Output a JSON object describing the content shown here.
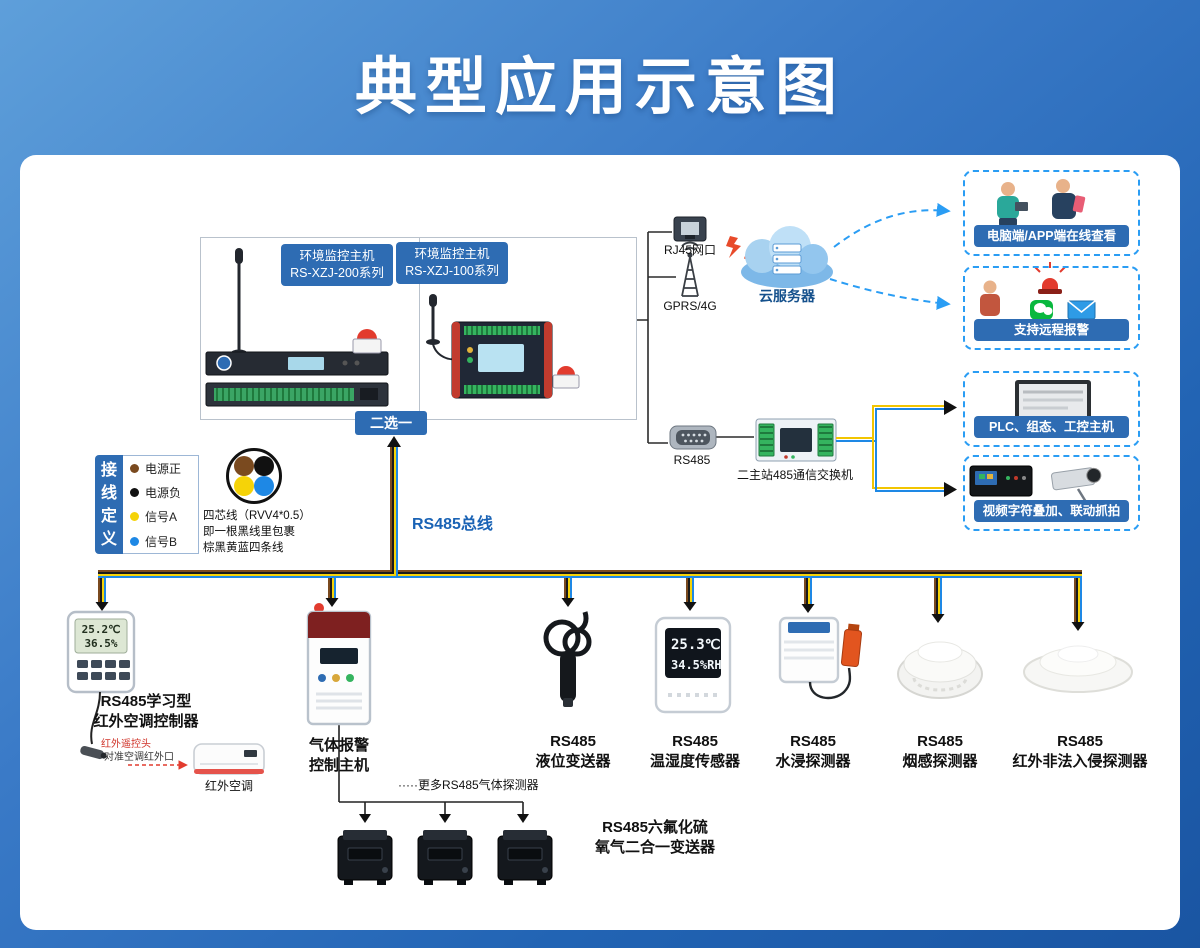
{
  "title": "典型应用示意图",
  "hosts": {
    "h200_line1": "环境监控主机",
    "h200_line2": "RS-XZJ-200系列",
    "h100_line1": "环境监控主机",
    "h100_line2": "RS-XZJ-100系列",
    "choose_one": "二选一"
  },
  "uplink": {
    "rj45": "RJ45网口",
    "gprs": "GPRS/4G",
    "cloud": "云服务器",
    "rs485": "RS485",
    "switch": "二主站485通信交换机"
  },
  "right_panels": {
    "online_view": "电脑端/APP端在线查看",
    "remote_alarm": "支持远程报警",
    "plc_host": "PLC、组态、工控主机",
    "video_overlay": "视频字符叠加、联动抓拍"
  },
  "legend": {
    "title_chars": [
      "接",
      "线",
      "定",
      "义"
    ],
    "items": [
      {
        "label": "电源正",
        "color": "#7a4a1f"
      },
      {
        "label": "电源负",
        "color": "#111111"
      },
      {
        "label": "信号A",
        "color": "#f5d308"
      },
      {
        "label": "信号B",
        "color": "#1e88e5"
      }
    ],
    "note_line1": "四芯线（RVV4*0.5）",
    "note_line2": "即一根黑线里包裹",
    "note_line3": "棕黑黄蓝四条线",
    "bus_label": "RS485总线"
  },
  "devices": {
    "aircon_ctrl_line1": "RS485学习型",
    "aircon_ctrl_line2": "红外空调控制器",
    "ir_head": "红外遥控头",
    "ir_aim": "对准空调红外口",
    "aircon": "红外空调",
    "gas_line1": "气体报警",
    "gas_line2": "控制主机",
    "more_gas": "·····更多RS485气体探测器",
    "sf6_line1": "RS485六氟化硫",
    "sf6_line2": "氧气二合一变送器",
    "level_line1": "RS485",
    "level_line2": "液位变送器",
    "th_line1": "RS485",
    "th_line2": "温湿度传感器",
    "water_line1": "RS485",
    "water_line2": "水浸探测器",
    "smoke_line1": "RS485",
    "smoke_line2": "烟感探测器",
    "intrusion_line1": "RS485",
    "intrusion_line2": "红外非法入侵探测器"
  },
  "screens": {
    "ctrl_temp": "25.2℃",
    "ctrl_hum": "36.5%",
    "th_temp": "25.3℃",
    "th_hum": "34.5%RH"
  },
  "colors": {
    "accent_blue": "#2e6cb3",
    "dashed_blue": "#2a9df4",
    "bus_brown": "#7a4a1f",
    "bus_black": "#1a1a1a",
    "bus_yellow": "#f5d308",
    "bus_blue": "#1e88e5",
    "alarm_red": "#e23b2e"
  }
}
